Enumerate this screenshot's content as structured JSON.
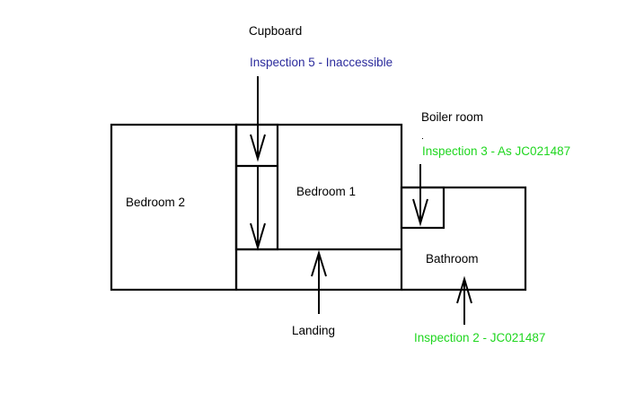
{
  "labels": {
    "cupboard": "Cupboard",
    "inspection5": "Inspection 5 - Inaccessible",
    "boiler_room": "Boiler room",
    "inspection3": "Inspection 3 - As JC021487",
    "bedroom2": "Bedroom 2",
    "bedroom1": "Bedroom 1",
    "bathroom": "Bathroom",
    "landing": "Landing",
    "inspection2": "Inspection 2 - JC021487"
  },
  "colors": {
    "inspection_inaccessible": "#2b2b9c",
    "inspection_ok": "#1fd61f",
    "walls": "#000000"
  }
}
